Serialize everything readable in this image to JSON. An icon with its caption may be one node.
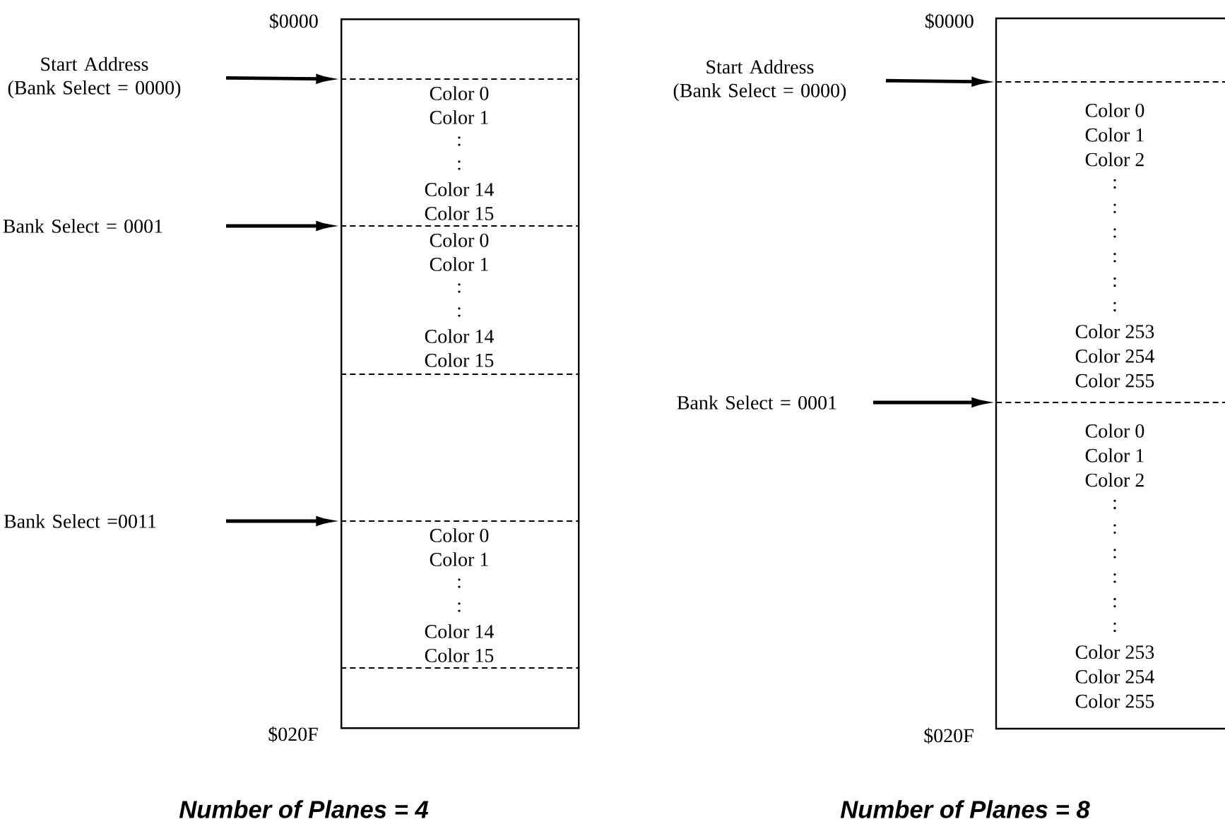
{
  "diagram": {
    "nodes": [
      {
        "text": [],
        "shape": "box",
        "beside": [
          "$0000",
          "$020F"
        ]
      },
      {
        "text": [
          "Start Address",
          "(Bank Select = 0000)"
        ]
      },
      {
        "text": [
          "Bank Select = 0001"
        ]
      },
      {
        "text": [
          "Bank Select =0011"
        ]
      },
      {
        "text": [
          "Color 0",
          "Color 1",
          ":",
          ":",
          "Color 14",
          "Color 15"
        ],
        "in": 0
      },
      {
        "text": [
          "Color 0",
          "Color 1",
          ":",
          ":",
          "Color 14",
          "Color 15"
        ],
        "in": 0
      },
      {
        "text": [
          "Color 0",
          "Color 1",
          ":",
          ":",
          "Color 14",
          "Color 15"
        ],
        "in": 0
      },
      {
        "text": [],
        "shape": "box",
        "beside": [
          "$0000",
          "$020F"
        ]
      },
      {
        "text": [
          "Start Address",
          "(Bank Select = 0000)"
        ]
      },
      {
        "text": [
          "Bank Select = 0001"
        ]
      },
      {
        "text": [
          "Color 0",
          "Color 1",
          "Color 2",
          ":",
          ":",
          ":",
          ":",
          ":",
          ":",
          "Color 253",
          "Color 254",
          "Color 255"
        ],
        "in": 7
      },
      {
        "text": [
          "Color 0",
          "Color 1",
          "Color 2",
          ":",
          ":",
          ":",
          ":",
          ":",
          ":",
          "Color 253",
          "Color 254",
          "Color 255"
        ],
        "in": 7
      }
    ],
    "edges": [
      {
        "from": 1,
        "to": 4,
        "arrow": "to"
      },
      {
        "from": 2,
        "to": 5,
        "arrow": "to"
      },
      {
        "from": 3,
        "to": 6,
        "arrow": "to"
      },
      {
        "from": 8,
        "to": 10,
        "arrow": "to"
      },
      {
        "from": 9,
        "to": 11,
        "arrow": "to"
      }
    ],
    "labels": [
      "Number of Planes = 4",
      "Number of Planes = 8"
    ]
  }
}
